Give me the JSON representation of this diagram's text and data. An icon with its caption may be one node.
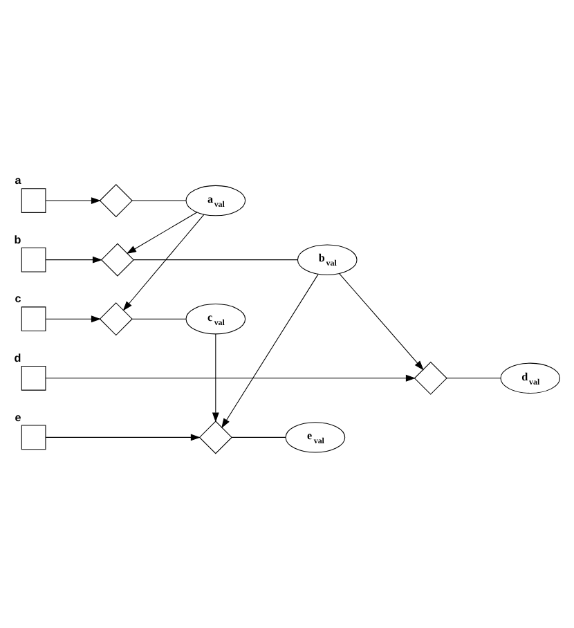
{
  "diagram": {
    "nodes": [
      {
        "text": [],
        "shape": "box",
        "beside": [
          "a"
        ]
      },
      {
        "text": [],
        "shape": "diamond"
      },
      {
        "text": [
          "a$_{val}$"
        ]
      },
      {
        "text": [],
        "shape": "box",
        "beside": [
          "b"
        ]
      },
      {
        "text": [],
        "shape": "diamond"
      },
      {
        "text": [
          "b$_{val}$"
        ]
      },
      {
        "text": [],
        "shape": "box",
        "beside": [
          "c"
        ]
      },
      {
        "text": [],
        "shape": "diamond"
      },
      {
        "text": [
          "c$_{val}$"
        ]
      },
      {
        "text": [],
        "shape": "box",
        "beside": [
          "d"
        ]
      },
      {
        "text": [],
        "shape": "diamond"
      },
      {
        "text": [
          "d$_{val}$"
        ]
      },
      {
        "text": [],
        "shape": "box",
        "beside": [
          "e"
        ]
      },
      {
        "text": [],
        "shape": "diamond"
      },
      {
        "text": [
          "e$_{val}$"
        ]
      }
    ],
    "edges": [
      {
        "from": 0,
        "to": 1,
        "arrow": "to"
      },
      {
        "from": 1,
        "to": 2,
        "arrow": "none"
      },
      {
        "from": 3,
        "to": 4,
        "arrow": "to"
      },
      {
        "from": 4,
        "to": 5,
        "arrow": "none"
      },
      {
        "from": 6,
        "to": 7,
        "arrow": "to"
      },
      {
        "from": 7,
        "to": 8,
        "arrow": "none"
      },
      {
        "from": 9,
        "to": 10,
        "arrow": "to"
      },
      {
        "from": 10,
        "to": 11,
        "arrow": "none"
      },
      {
        "from": 12,
        "to": 13,
        "arrow": "to"
      },
      {
        "from": 13,
        "to": 14,
        "arrow": "none"
      },
      {
        "from": 2,
        "to": 4,
        "arrow": "to"
      },
      {
        "from": 2,
        "to": 7,
        "arrow": "to"
      },
      {
        "from": 5,
        "to": 10,
        "arrow": "to"
      },
      {
        "from": 5,
        "to": 13,
        "arrow": "to"
      },
      {
        "from": 8,
        "to": 13,
        "arrow": "to"
      }
    ]
  }
}
